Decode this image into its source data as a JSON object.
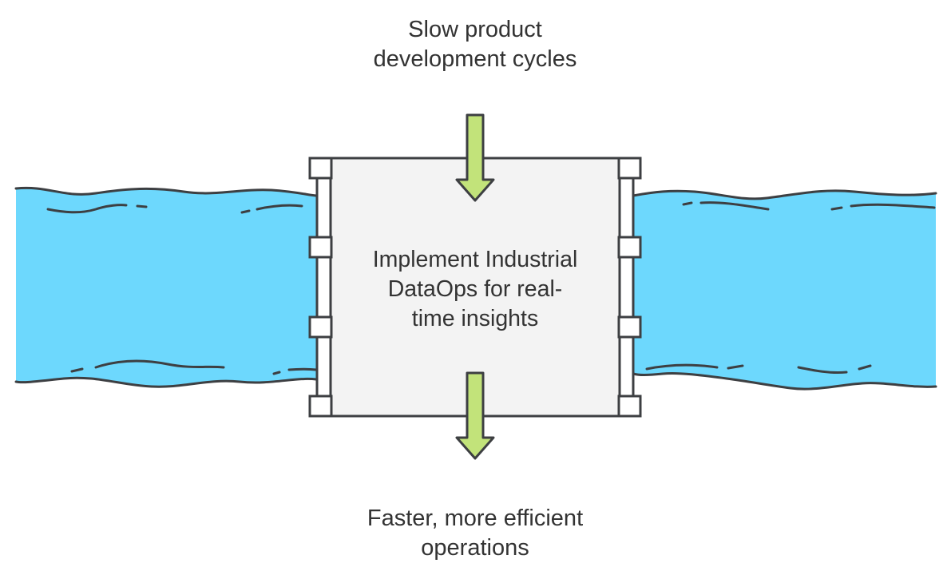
{
  "diagram": {
    "input_label_lines": [
      "Slow product",
      "development cycles"
    ],
    "center_label_lines": [
      "Implement Industrial",
      "DataOps for real-",
      "time insights"
    ],
    "output_label_lines": [
      "Faster, more efficient",
      "operations"
    ]
  },
  "colors": {
    "water": "#6dd8fd",
    "stroke": "#3d3f42",
    "dam_fill": "#f3f3f3",
    "post_fill": "#ffffff",
    "arrow_fill": "#c2e37a",
    "text": "#333333"
  },
  "icons": {
    "input_arrow": "arrow-down-icon",
    "output_arrow": "arrow-down-icon"
  }
}
